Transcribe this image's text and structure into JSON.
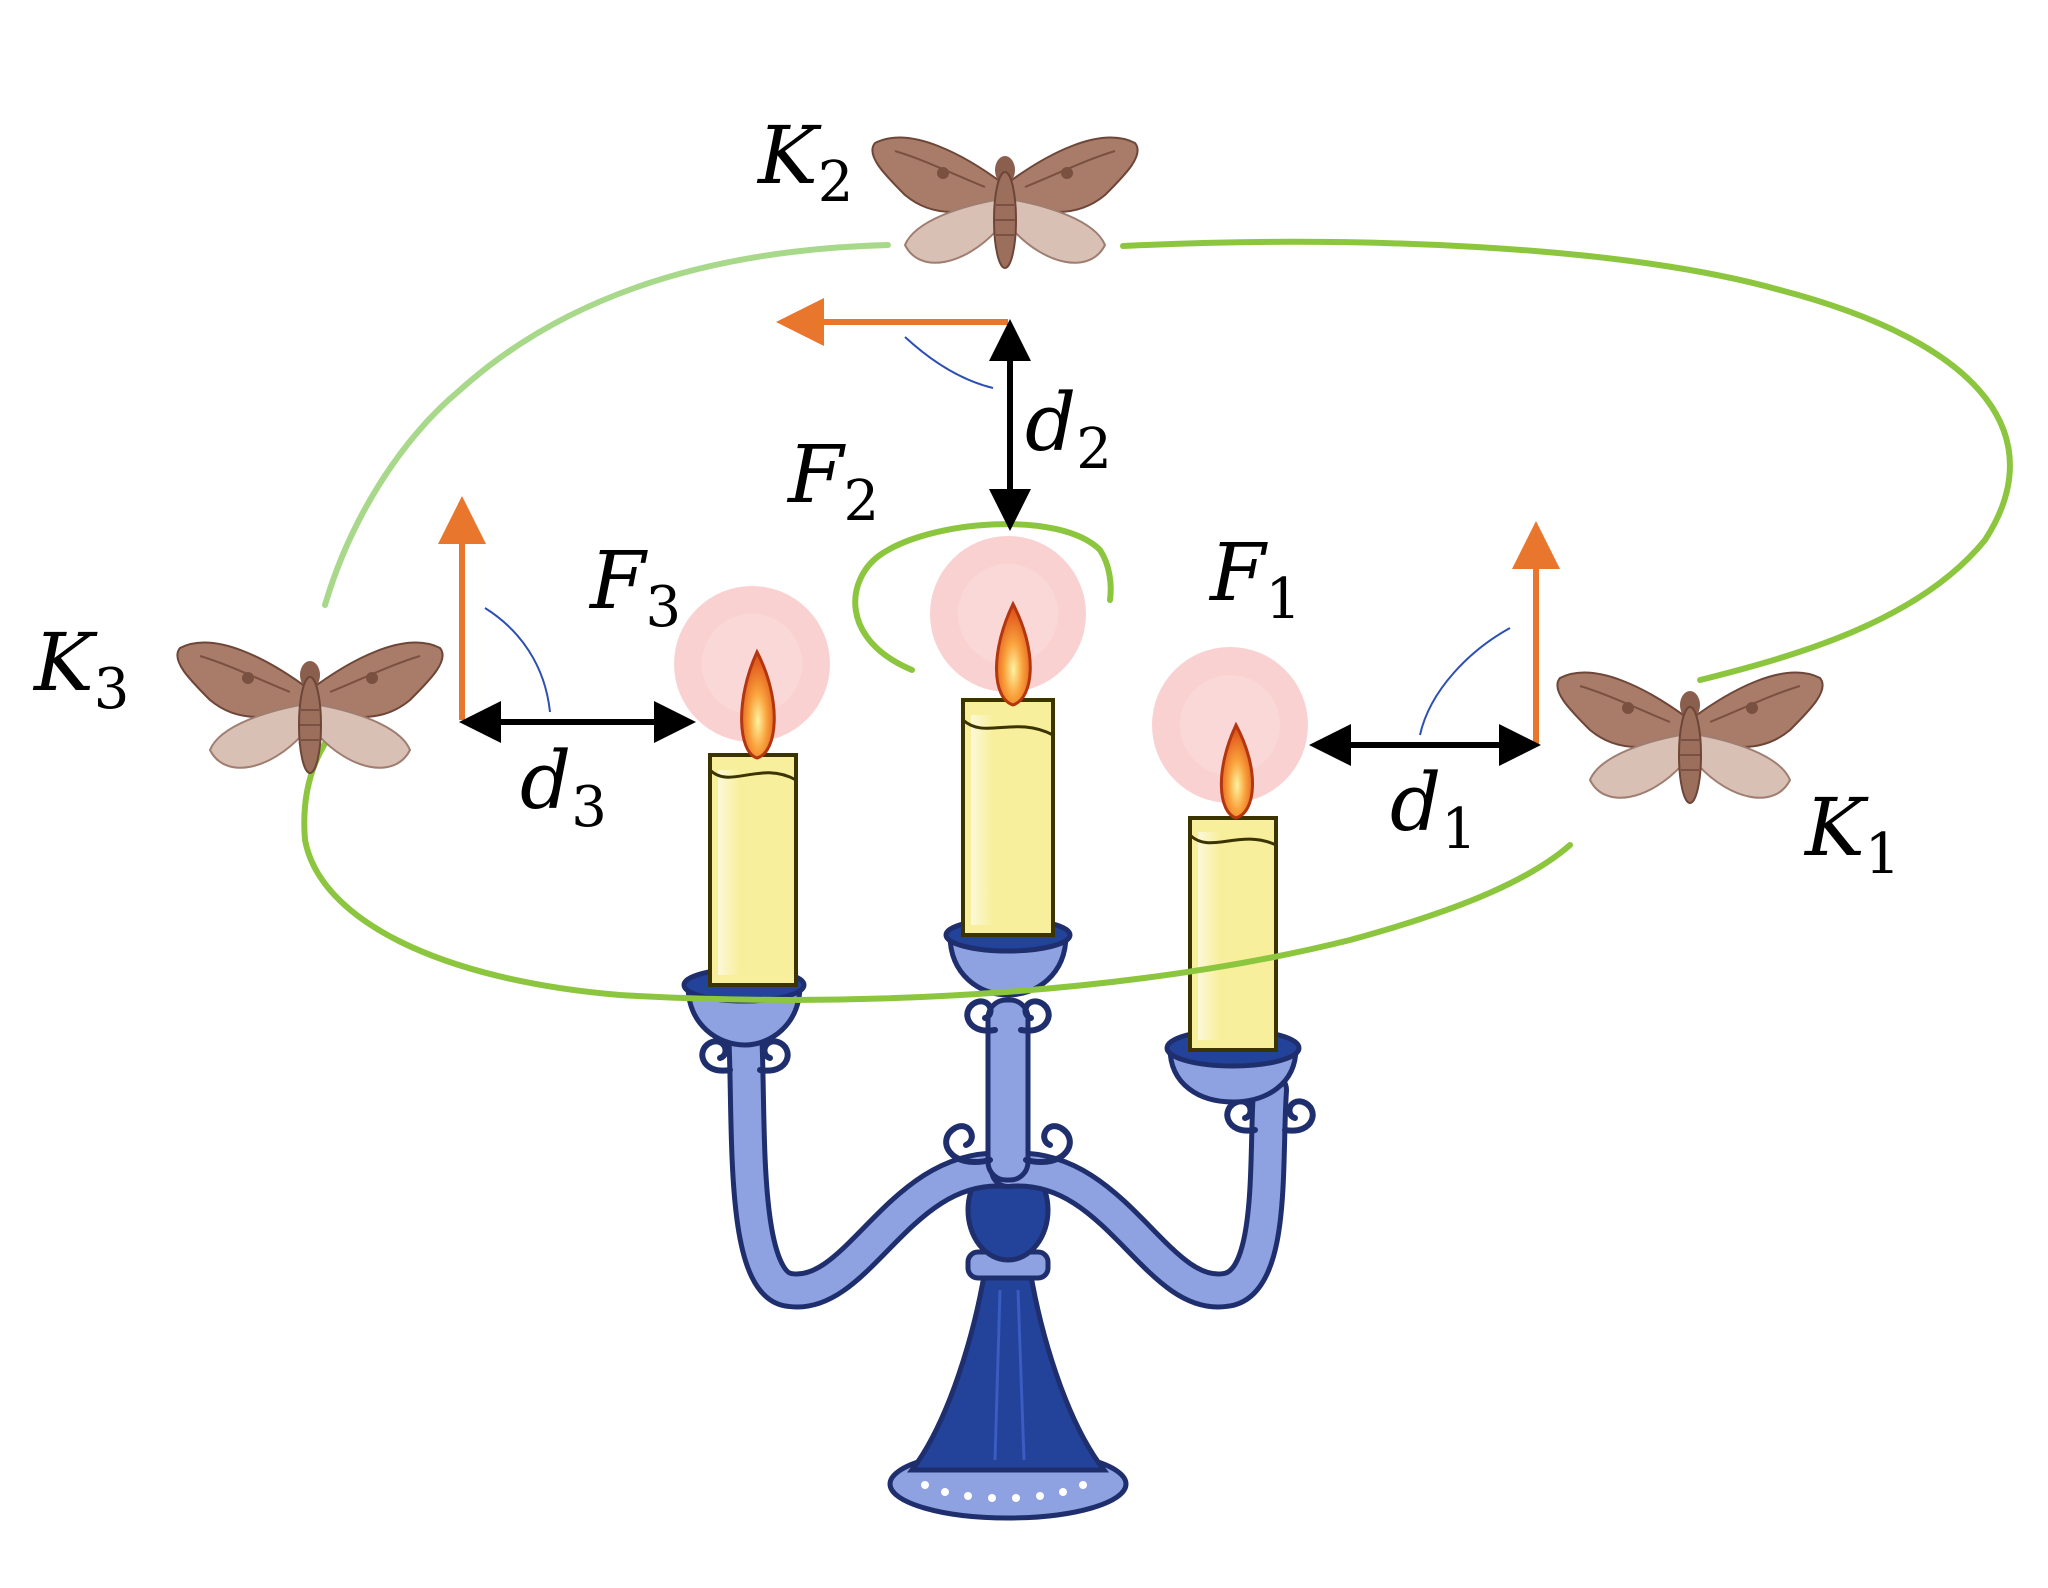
{
  "labels": {
    "K1": {
      "main": "K",
      "sub": "1"
    },
    "K2": {
      "main": "K",
      "sub": "2"
    },
    "K3": {
      "main": "K",
      "sub": "3"
    },
    "F1": {
      "main": "F",
      "sub": "1"
    },
    "F2": {
      "main": "F",
      "sub": "2"
    },
    "F3": {
      "main": "F",
      "sub": "3"
    },
    "d1": {
      "main": "d",
      "sub": "1"
    },
    "d2": {
      "main": "d",
      "sub": "2"
    },
    "d3": {
      "main": "d",
      "sub": "3"
    }
  },
  "colors": {
    "orbit": "#8cc63f",
    "force_arrow": "#e8762c",
    "distance_arrow": "#000000",
    "angle_arc": "#2d4fb3",
    "glow": "#f9c9c9",
    "candle": "#f8ef9c",
    "candelabra_light": "#8ea1e0",
    "candelabra_dark": "#23429a",
    "moth": "#a07866"
  },
  "icons": [
    "moth-icon",
    "candle-flame-icon",
    "candelabra-icon"
  ]
}
